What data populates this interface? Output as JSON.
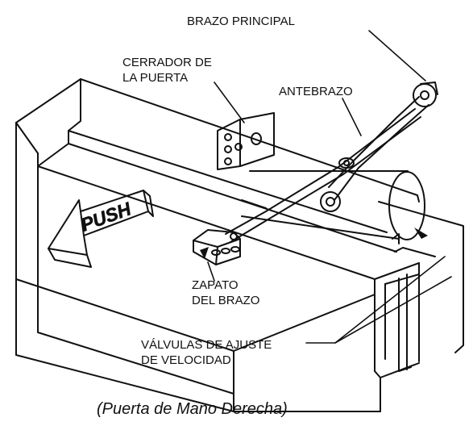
{
  "labels": {
    "main_arm": "BRAZO PRINCIPAL",
    "door_closer_line1": "CERRADOR DE",
    "door_closer_line2": "LA PUERTA",
    "forearm": "ANTEBRAZO",
    "arm_shoe_line1": "ZAPATO",
    "arm_shoe_line2": "DEL BRAZO",
    "speed_valves_line1": "VÁLVULAS DE AJUSTE",
    "speed_valves_line2": "DE VELOCIDAD"
  },
  "door_sign": "PUSH",
  "caption": "(Puerta de Mano Derecha)"
}
